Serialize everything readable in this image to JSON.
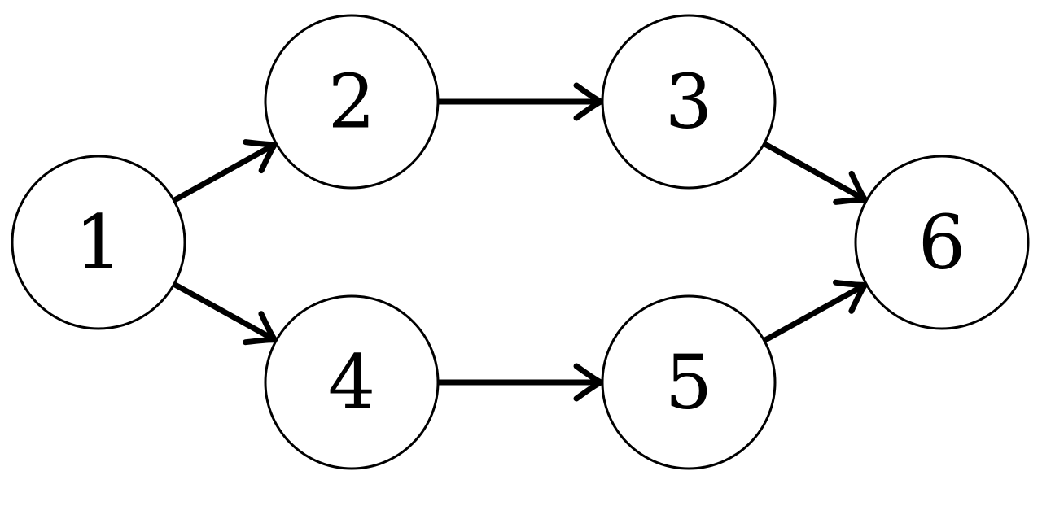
{
  "nodes": [
    {
      "id": "1",
      "label": "1"
    },
    {
      "id": "2",
      "label": "2"
    },
    {
      "id": "3",
      "label": "3"
    },
    {
      "id": "4",
      "label": "4"
    },
    {
      "id": "5",
      "label": "5"
    },
    {
      "id": "6",
      "label": "6"
    }
  ],
  "edges": [
    {
      "from": "1",
      "to": "2"
    },
    {
      "from": "1",
      "to": "4"
    },
    {
      "from": "2",
      "to": "3"
    },
    {
      "from": "4",
      "to": "5"
    },
    {
      "from": "3",
      "to": "6"
    },
    {
      "from": "5",
      "to": "6"
    }
  ],
  "colors": {
    "stroke": "#000000",
    "fill": "#ffffff"
  }
}
